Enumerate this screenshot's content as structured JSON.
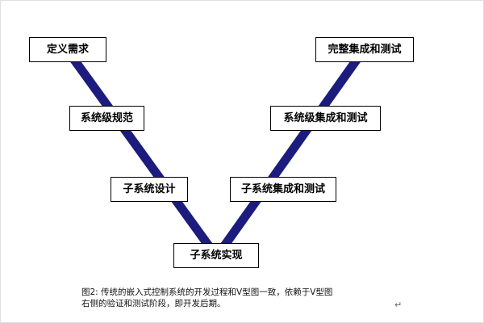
{
  "diagram": {
    "type": "v-model",
    "line_color": "#1c1c7e",
    "nodes": [
      {
        "name": "define-requirements",
        "label": "定义需求"
      },
      {
        "name": "system-level-spec",
        "label": "系统级规范"
      },
      {
        "name": "subsystem-design",
        "label": "子系统设计"
      },
      {
        "name": "subsystem-implementation",
        "label": "子系统实现"
      },
      {
        "name": "subsystem-integration-test",
        "label": "子系统集成和测试"
      },
      {
        "name": "system-level-integration-test",
        "label": "系统级集成和测试"
      },
      {
        "name": "complete-integration-test",
        "label": "完整集成和测试"
      }
    ],
    "edges": [
      {
        "from": "define-requirements",
        "to": "system-level-spec"
      },
      {
        "from": "system-level-spec",
        "to": "subsystem-design"
      },
      {
        "from": "subsystem-design",
        "to": "subsystem-implementation"
      },
      {
        "from": "subsystem-implementation",
        "to": "subsystem-integration-test"
      },
      {
        "from": "subsystem-integration-test",
        "to": "system-level-integration-test"
      },
      {
        "from": "system-level-integration-test",
        "to": "complete-integration-test"
      }
    ],
    "caption_line1": "图2: 传统的嵌入式控制系统的开发过程和V型图一致，依赖于V型图",
    "caption_line2": "右侧的验证和测试阶段，即开发后期。",
    "paragraph_mark": "↵"
  }
}
